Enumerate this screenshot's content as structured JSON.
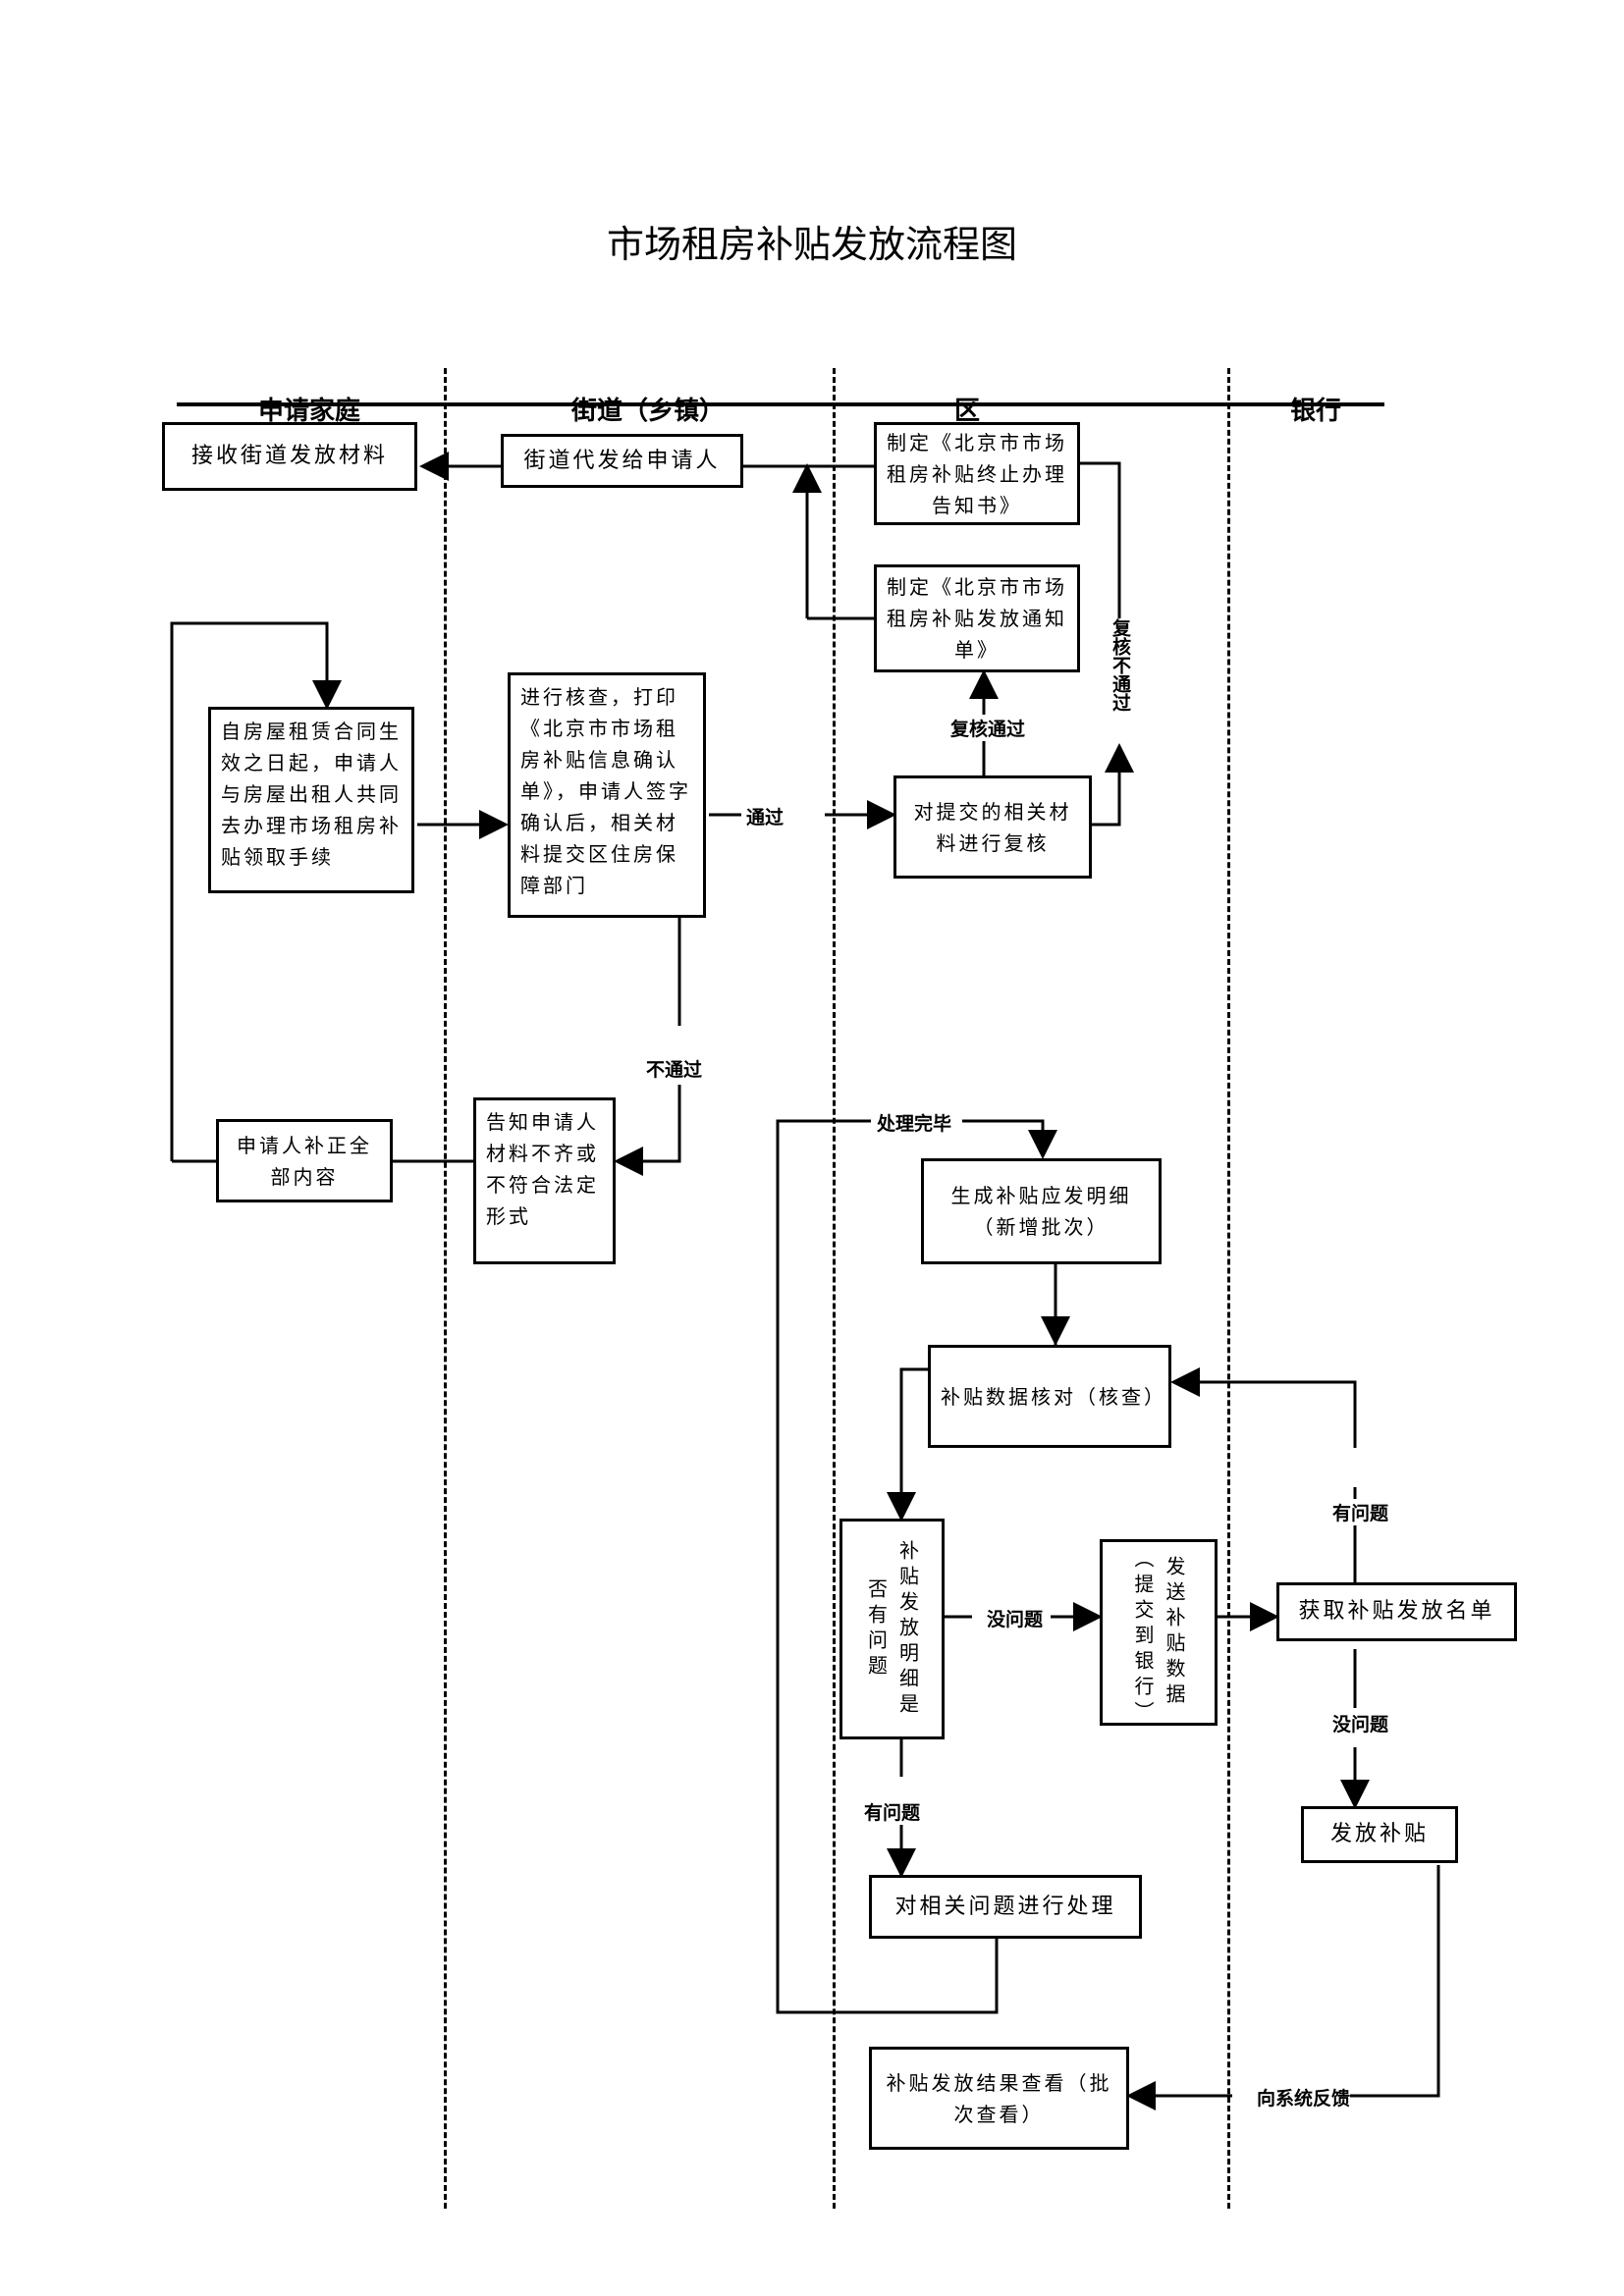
{
  "title": "市场租房补贴发放流程图",
  "lanes": [
    "申请家庭",
    "街道（乡镇）",
    "区",
    "银行"
  ],
  "boxes": {
    "receive": "接收街道发放材料",
    "street_issue": "街道代发给申请人",
    "terminate": "制定《北京市市场租房补贴终止办理告知书》",
    "notice": "制定《北京市市场租房补贴发放通知单》",
    "apply": "自房屋租赁合同生效之日起，申请人与房屋出租人共同去办理市场租房补贴领取手续",
    "check": "进行核查，打印《北京市市场租房补贴信息确认单》，申请人签字确认后，相关材料提交区住房保障部门",
    "review": "对提交的相关材料进行复核",
    "correct": "申请人补正全部内容",
    "inform": "告知申请人材料不齐或不符合法定形式",
    "generate": "生成补贴应发明细（新增批次）",
    "verify": "补贴数据核对（核查）",
    "detail_q": "补贴发放明细是否有问题",
    "send": "发送补贴数据（提交到银行）",
    "get_list": "获取补贴发放名单",
    "pay": "发放补贴",
    "handle": "对相关问题进行处理",
    "result": "补贴发放结果查看（批次查看）"
  },
  "labels": {
    "pass": "通过",
    "fail": "不通过",
    "review_pass": "复核通过",
    "review_fail": "复核不通过",
    "done": "处理完毕",
    "no_problem": "没问题",
    "has_problem": "有问题",
    "bank_has_problem": "有问题",
    "bank_no_problem": "没问题",
    "feedback": "向系统反馈"
  }
}
